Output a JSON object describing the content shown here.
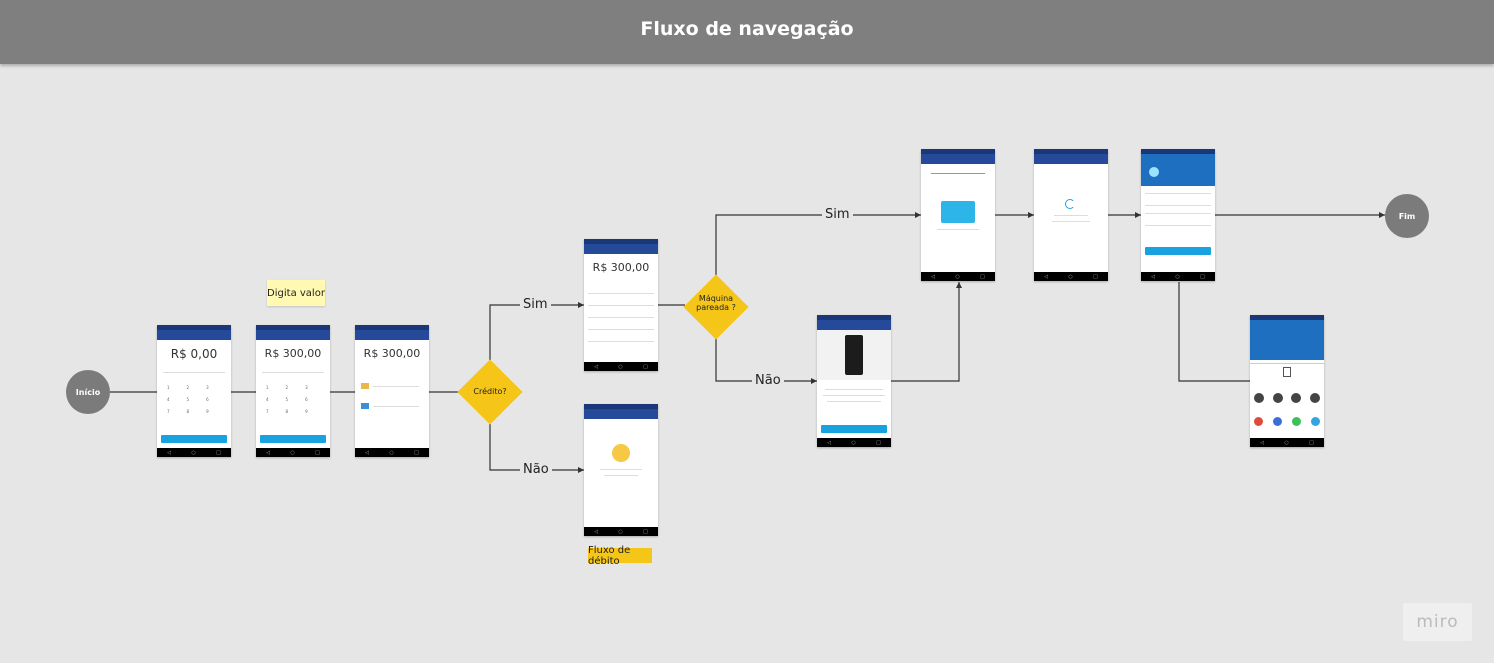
{
  "header": {
    "title": "Fluxo de navegação"
  },
  "nodes": {
    "start": "Início",
    "end": "Fim",
    "digita_valor": "Digita valor",
    "credito": "Crédito?",
    "maquina": "Máquina pareada ?",
    "fluxo_debito": "Fluxo de débito"
  },
  "edge_labels": {
    "credit_yes": "Sim",
    "credit_no": "Não",
    "machine_yes": "Sim",
    "machine_no": "Não"
  },
  "screens": {
    "amount_zero": {
      "value": "R$ 0,00"
    },
    "amount_300": {
      "value": "R$ 300,00"
    },
    "pay_method": {
      "value": "R$ 300,00"
    },
    "installments": {
      "value": "R$ 300,00"
    }
  },
  "colors": {
    "accent": "#f5c518",
    "app_bar": "#254a9a",
    "button": "#18a2e0",
    "node": "#7b7b7b"
  },
  "brand": {
    "logo": "miro"
  }
}
